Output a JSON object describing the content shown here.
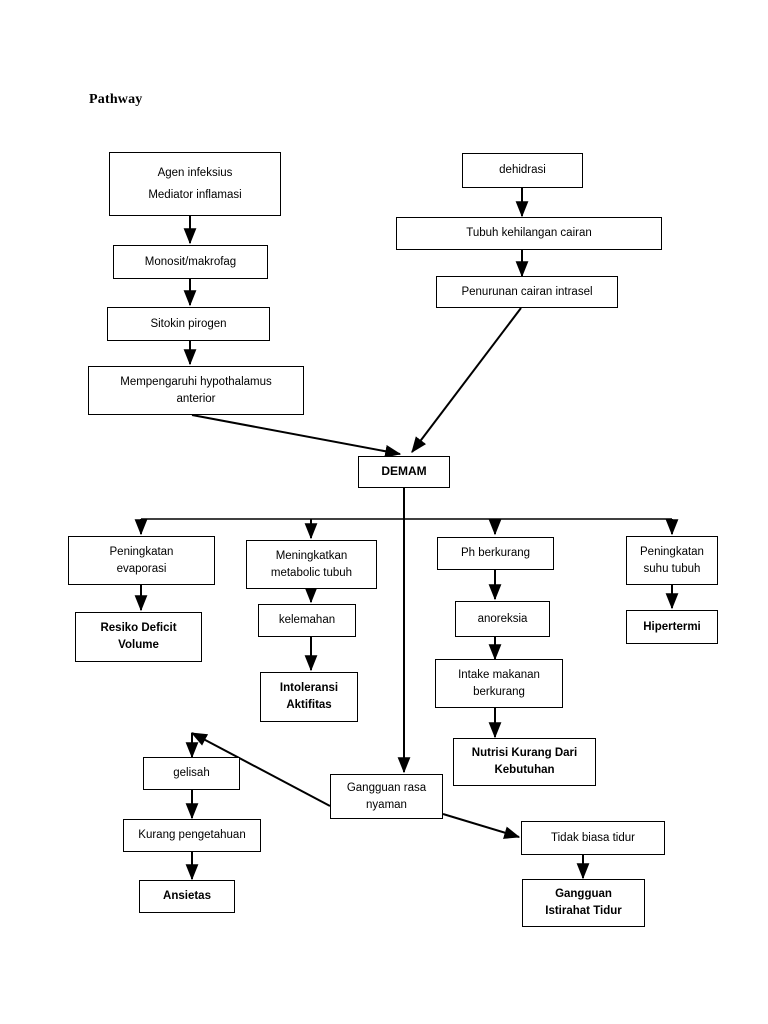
{
  "document": {
    "title": "Pathway",
    "background_color": "#ffffff",
    "line_color": "#000000",
    "text_color": "#000000"
  },
  "nodes": [
    {
      "id": "agen",
      "lines": [
        "Agen infeksius",
        "Mediator inflamasi"
      ],
      "bold": false
    },
    {
      "id": "monosit",
      "lines": [
        "Monosit/makrofag"
      ],
      "bold": false
    },
    {
      "id": "sitokin",
      "lines": [
        "Sitokin pirogen"
      ],
      "bold": false
    },
    {
      "id": "hypothalamus",
      "lines": [
        "Mempengaruhi hypothalamus",
        "anterior"
      ],
      "bold": false
    },
    {
      "id": "dehidrasi",
      "lines": [
        "dehidrasi"
      ],
      "bold": false
    },
    {
      "id": "kehilangan",
      "lines": [
        "Tubuh kehilangan cairan"
      ],
      "bold": false
    },
    {
      "id": "penurunan",
      "lines": [
        "Penurunan cairan intrasel"
      ],
      "bold": false
    },
    {
      "id": "demam",
      "lines": [
        "DEMAM"
      ],
      "bold": true
    },
    {
      "id": "evaporasi",
      "lines": [
        "Peningkatan",
        "evaporasi"
      ],
      "bold": false
    },
    {
      "id": "resiko",
      "lines": [
        "Resiko Deficit",
        "Volume"
      ],
      "bold": true
    },
    {
      "id": "metabolic",
      "lines": [
        "Meningkatkan",
        "metabolic tubuh"
      ],
      "bold": false
    },
    {
      "id": "kelemahan",
      "lines": [
        "kelemahan"
      ],
      "bold": false
    },
    {
      "id": "intoleransi",
      "lines": [
        "Intoleransi",
        "Aktifitas"
      ],
      "bold": true
    },
    {
      "id": "ph",
      "lines": [
        "Ph berkurang"
      ],
      "bold": false
    },
    {
      "id": "anoreksia",
      "lines": [
        "anoreksia"
      ],
      "bold": false
    },
    {
      "id": "intake",
      "lines": [
        "Intake makanan",
        "berkurang"
      ],
      "bold": false
    },
    {
      "id": "nutrisi",
      "lines": [
        "Nutrisi Kurang Dari",
        "Kebutuhan"
      ],
      "bold": true
    },
    {
      "id": "suhu",
      "lines": [
        "Peningkatan",
        "suhu tubuh"
      ],
      "bold": false
    },
    {
      "id": "hipertermi",
      "lines": [
        "Hipertermi"
      ],
      "bold": true
    },
    {
      "id": "gelisah",
      "lines": [
        "gelisah"
      ],
      "bold": false
    },
    {
      "id": "kurangpeng",
      "lines": [
        "Kurang pengetahuan"
      ],
      "bold": false
    },
    {
      "id": "ansietas",
      "lines": [
        "Ansietas"
      ],
      "bold": true
    },
    {
      "id": "nyaman",
      "lines": [
        "Gangguan rasa",
        "nyaman"
      ],
      "bold": false
    },
    {
      "id": "tidakbiasa",
      "lines": [
        "Tidak biasa tidur"
      ],
      "bold": false
    },
    {
      "id": "istirahat",
      "lines": [
        "Gangguan",
        "Istirahat Tidur"
      ],
      "bold": true
    }
  ],
  "edges": [
    {
      "from": "agen",
      "to": "monosit",
      "style": "straight-down"
    },
    {
      "from": "monosit",
      "to": "sitokin",
      "style": "straight-down"
    },
    {
      "from": "sitokin",
      "to": "hypothalamus",
      "style": "straight-down"
    },
    {
      "from": "hypothalamus",
      "to": "demam",
      "style": "diagonal"
    },
    {
      "from": "dehidrasi",
      "to": "kehilangan",
      "style": "straight-down"
    },
    {
      "from": "kehilangan",
      "to": "penurunan",
      "style": "straight-down"
    },
    {
      "from": "penurunan",
      "to": "demam",
      "style": "diagonal"
    },
    {
      "from": "demam",
      "to": "evaporasi",
      "style": "bus-branch"
    },
    {
      "from": "demam",
      "to": "metabolic",
      "style": "bus-branch"
    },
    {
      "from": "demam",
      "to": "ph",
      "style": "bus-branch"
    },
    {
      "from": "demam",
      "to": "suhu",
      "style": "bus-branch"
    },
    {
      "from": "demam",
      "to": "nyaman",
      "style": "straight-down-long"
    },
    {
      "from": "evaporasi",
      "to": "resiko",
      "style": "straight-down"
    },
    {
      "from": "metabolic",
      "to": "kelemahan",
      "style": "straight-down"
    },
    {
      "from": "kelemahan",
      "to": "intoleransi",
      "style": "straight-down"
    },
    {
      "from": "ph",
      "to": "anoreksia",
      "style": "straight-down"
    },
    {
      "from": "anoreksia",
      "to": "intake",
      "style": "straight-down"
    },
    {
      "from": "intake",
      "to": "nutrisi",
      "style": "straight-down"
    },
    {
      "from": "suhu",
      "to": "hipertermi",
      "style": "straight-down"
    },
    {
      "from": "nyaman",
      "to": "gelisah",
      "style": "diagonal"
    },
    {
      "from": "gelisah",
      "to": "kurangpeng",
      "style": "straight-down"
    },
    {
      "from": "kurangpeng",
      "to": "ansietas",
      "style": "straight-down"
    },
    {
      "from": "nyaman",
      "to": "tidakbiasa",
      "style": "diagonal"
    },
    {
      "from": "tidakbiasa",
      "to": "istirahat",
      "style": "straight-down"
    }
  ]
}
